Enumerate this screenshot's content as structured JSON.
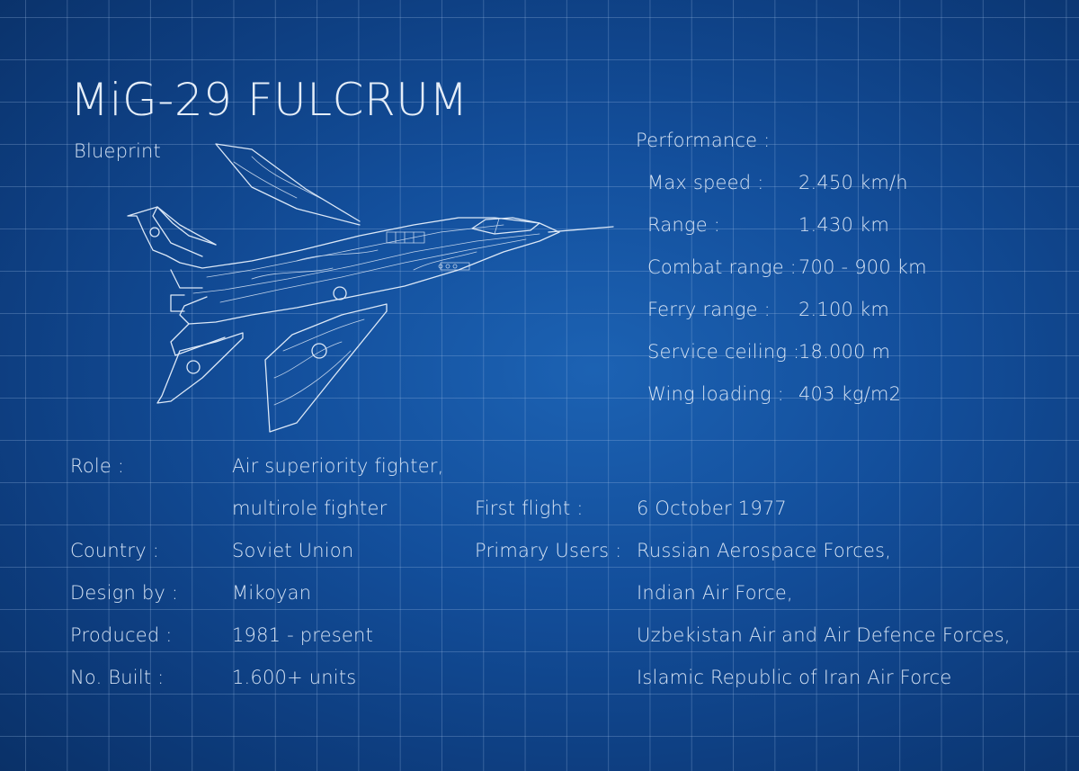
{
  "title": "MiG-29 FULCRUM",
  "subtitle": "Blueprint",
  "performance": {
    "heading": "Performance :",
    "rows": [
      {
        "label": "Max speed :",
        "value": "2.450 km/h"
      },
      {
        "label": "Range :",
        "value": "1.430 km"
      },
      {
        "label": "Combat range :",
        "value": "700 - 900 km"
      },
      {
        "label": "Ferry range :",
        "value": "2.100 km"
      },
      {
        "label": "Service ceiling :",
        "value": "18.000 m"
      },
      {
        "label": "Wing loading :",
        "value": "403 kg/m2"
      }
    ]
  },
  "details": {
    "role_label": "Role :",
    "role_value_1": "Air superiority fighter,",
    "role_value_2": "multirole fighter",
    "country_label": "Country :",
    "country_value": "Soviet Union",
    "design_label": "Design by :",
    "design_value": "Mikoyan",
    "produced_label": "Produced :",
    "produced_value": "1981 - present",
    "built_label": "No. Built :",
    "built_value": "1.600+ units",
    "first_flight_label": "First flight :",
    "first_flight_value": "6 October 1977",
    "users_label": "Primary Users :",
    "users": [
      "Russian Aerospace Forces,",
      "Indian Air Force,",
      "Uzbekistan Air and Air Defence Forces,",
      "Islamic Republic of Iran Air Force"
    ]
  },
  "colors": {
    "background": "#134f9c",
    "grid": "#a0bee6",
    "ink": "#d4e2f4"
  }
}
